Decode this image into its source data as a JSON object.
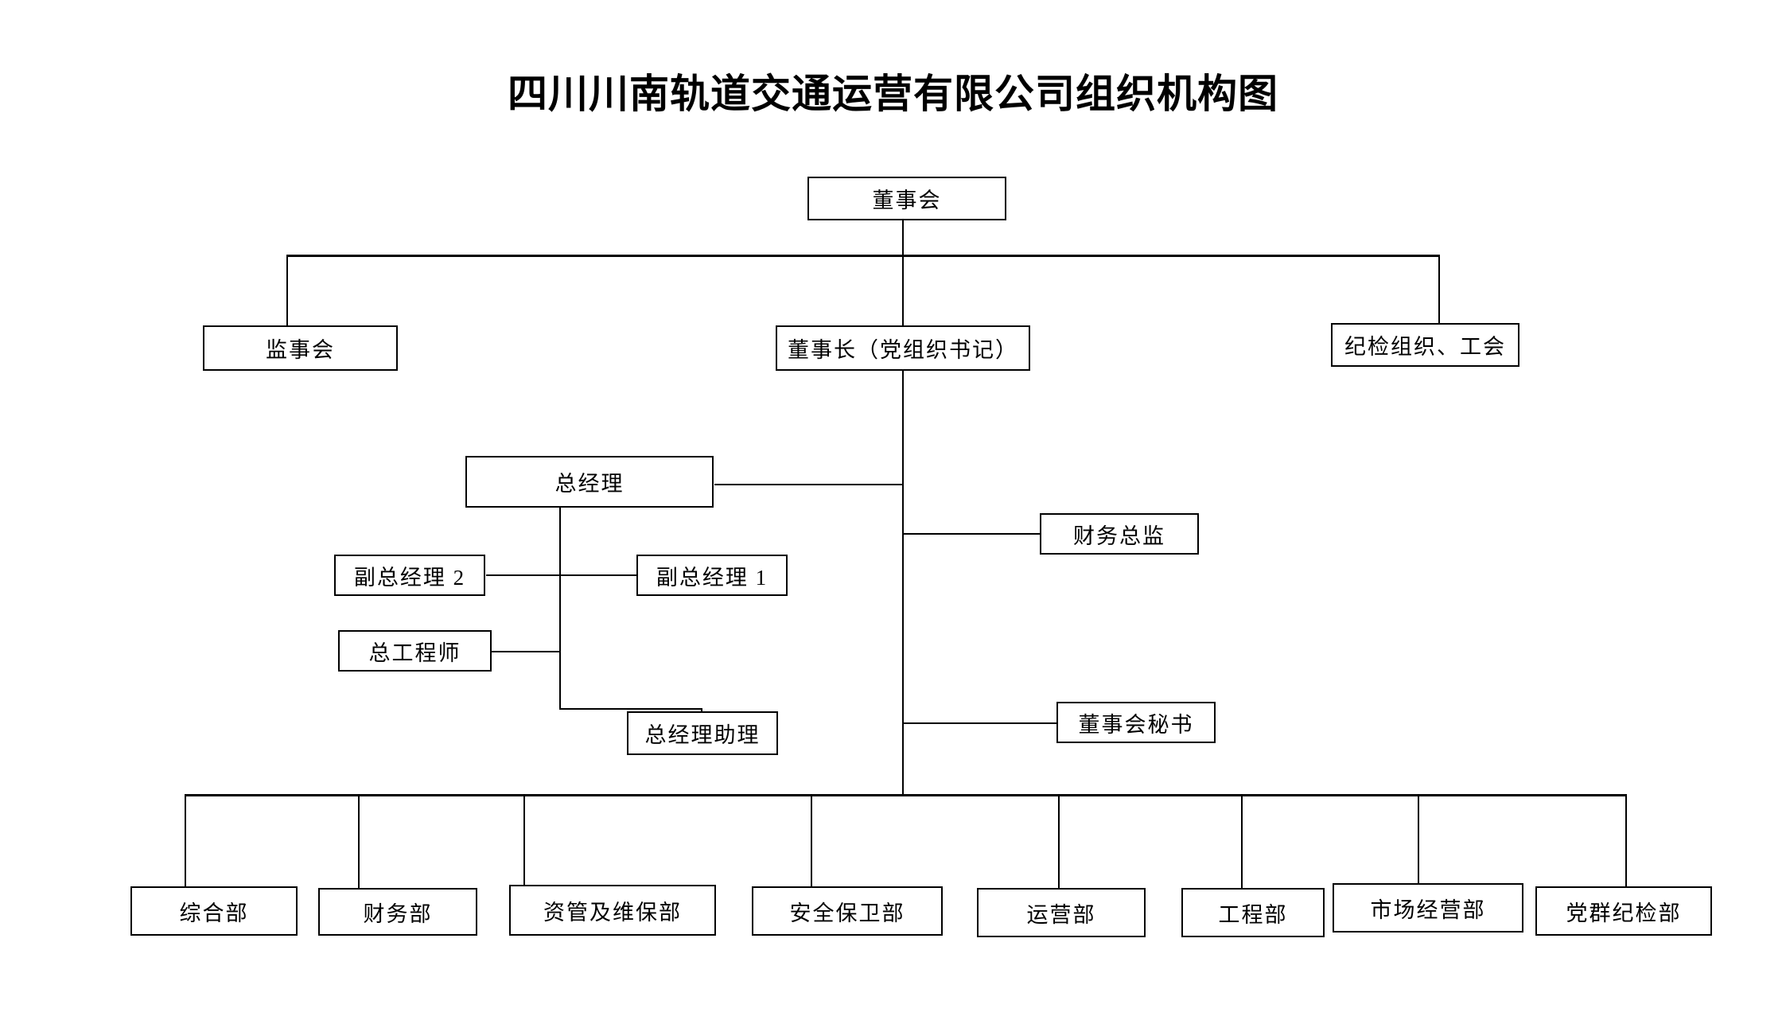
{
  "chart": {
    "title": "四川川南轨道交通运营有限公司组织机构图",
    "type": "org-chart",
    "background_color": "#ffffff",
    "line_color": "#000000",
    "box_border_color": "#000000"
  },
  "nodes": {
    "board": "董事会",
    "supervisors": "监事会",
    "chairman": "董事长（党组织书记）",
    "discipline_union": "纪检组织、工会",
    "general_manager": "总经理",
    "deputy_gm_2": "副总经理 2",
    "deputy_gm_1": "副总经理 1",
    "chief_engineer": "总工程师",
    "gm_assistant": "总经理助理",
    "cfo": "财务总监",
    "board_secretary": "董事会秘书"
  },
  "departments": [
    {
      "label": "综合部"
    },
    {
      "label": "财务部"
    },
    {
      "label": "资管及维保部"
    },
    {
      "label": "安全保卫部"
    },
    {
      "label": "运营部"
    },
    {
      "label": "工程部"
    },
    {
      "label": "市场经营部"
    },
    {
      "label": "党群纪检部"
    }
  ]
}
